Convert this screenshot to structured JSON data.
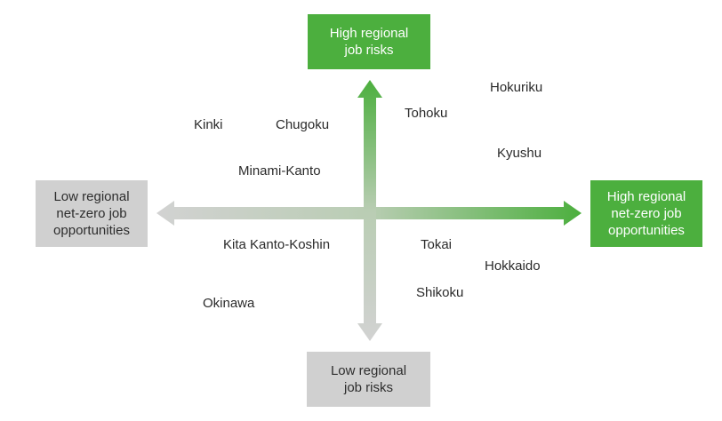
{
  "axes": {
    "top_label": [
      "High regional",
      "job risks"
    ],
    "bottom_label": [
      "Low regional",
      "job risks"
    ],
    "left_label": [
      "Low regional",
      "net-zero job",
      "opportunities"
    ],
    "right_label": [
      "High regional",
      "net-zero job",
      "opportunities"
    ]
  },
  "regions": {
    "hokuriku": "Hokuriku",
    "tohoku": "Tohoku",
    "kinki": "Kinki",
    "chugoku": "Chugoku",
    "kyushu": "Kyushu",
    "minami_kanto": "Minami-Kanto",
    "kita_kanto_koshin": "Kita Kanto-Koshin",
    "tokai": "Tokai",
    "hokkaido": "Hokkaido",
    "shikoku": "Shikoku",
    "okinawa": "Okinawa"
  },
  "colors": {
    "green": "#4caf3e",
    "grey": "#d0d0d0",
    "text": "#2a2a2a"
  }
}
